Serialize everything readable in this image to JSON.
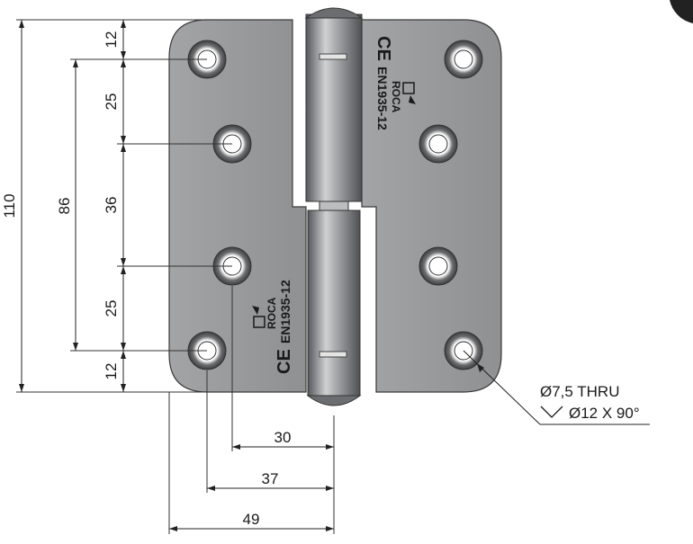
{
  "dimensions": {
    "vertical_left": {
      "top_edge": "12",
      "upper_gap": "25",
      "middle_gap": "36",
      "lower_gap": "25",
      "bottom_edge": "12",
      "hole_span": "86",
      "total_height": "110"
    },
    "horizontal_bottom": {
      "inner": "30",
      "middle": "37",
      "outer": "49"
    }
  },
  "callout": {
    "hole_thru": "Ø7,5 THRU",
    "countersink": "Ø12 X 90°"
  },
  "markings": {
    "ce": "CE",
    "standard": "EN1935-12",
    "brand": "ROCA"
  },
  "colors": {
    "leaf_fill": "#9a9b9d",
    "leaf_stroke": "#3a3a3a",
    "knuckle_dark": "#5e6062",
    "knuckle_light": "#c8c9cb",
    "hole_ring": "#f2f2f2"
  }
}
